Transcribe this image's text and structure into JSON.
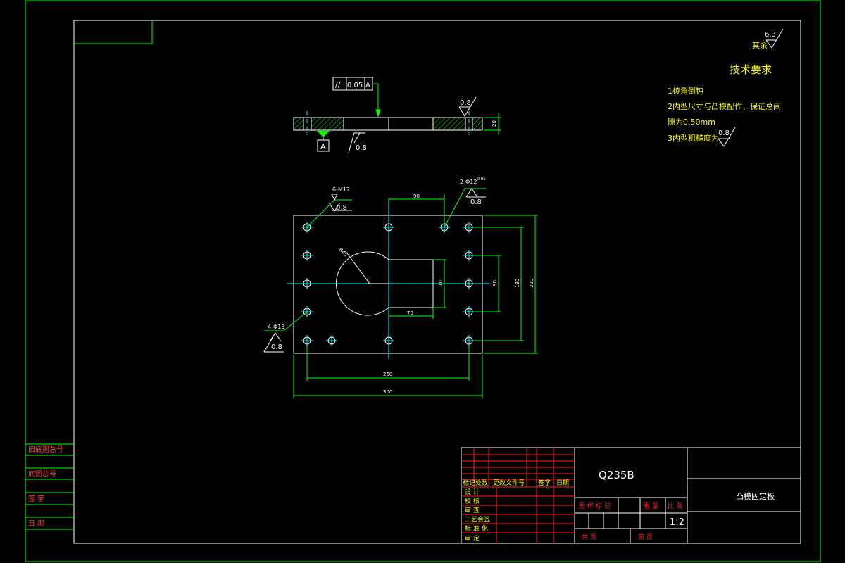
{
  "roughness_general": {
    "value": "6.3",
    "label": "其余"
  },
  "tech_req": {
    "title": "技术要求",
    "item1": "1棱角倒钝",
    "item2_line1": "2内型尺寸与凸模配作，保证总间",
    "item2_line2": "隙为0.50mm",
    "item3": "3内型粗糙度为",
    "item3_value": "0.8"
  },
  "section_view": {
    "tolerance_symbol": "//",
    "tolerance_value": "0.05",
    "tolerance_datum": "A",
    "datum_label": "A",
    "roughness_top": "0.8",
    "roughness_bottom": "0.8",
    "thickness_dim": "20"
  },
  "plan_view": {
    "thread_callout": "6-M12",
    "thread_roughness": "0.8",
    "pin_callout": "2-Φ12",
    "pin_fit": "0 H5",
    "pin_roughness": "0.8",
    "hole_callout": "4-Φ13",
    "hole_roughness": "0.8",
    "radius_dim": "R45",
    "dim_90_top": "90",
    "dim_70_bottom": "70",
    "dim_70_vertical": "70",
    "dim_90_right": "90",
    "dim_180": "180",
    "dim_220": "220",
    "dim_260": "260",
    "dim_300": "300"
  },
  "side_block": {
    "old_drawing_no": "旧底图总号",
    "drawing_no": "底图总号",
    "signature": "签   字",
    "date": "日   期"
  },
  "title_block": {
    "material": "Q235B",
    "part_name": "凸模固定板",
    "mark": "标记",
    "count": "处数",
    "change_doc": "更改文件号",
    "sign": "签字",
    "date": "日期",
    "design": "设   计",
    "check": "校   核",
    "review": "审   查",
    "process": "工艺会签",
    "standard": "标 准 化",
    "approve": "审   定",
    "stage_mark": "图 样 标 记",
    "weight": "重 量",
    "scale_label": "比 例",
    "scale_value": "1:2",
    "total_sheets": "共          页",
    "sheet_no": "第          页"
  }
}
